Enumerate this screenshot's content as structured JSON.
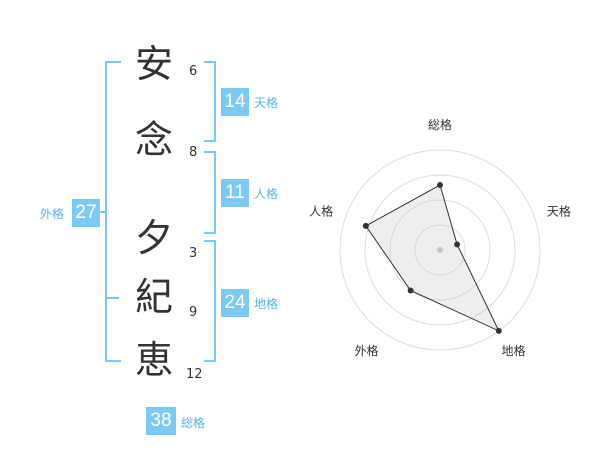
{
  "name_chars": [
    {
      "char": "安",
      "strokes": "6"
    },
    {
      "char": "念",
      "strokes": "8"
    },
    {
      "char": "夕",
      "strokes": "3"
    },
    {
      "char": "紀",
      "strokes": "9"
    },
    {
      "char": "恵",
      "strokes": "12"
    }
  ],
  "fortunes": {
    "tenkaku": {
      "value": "14",
      "label": "天格"
    },
    "jinkaku": {
      "value": "11",
      "label": "人格"
    },
    "chikaku": {
      "value": "24",
      "label": "地格"
    },
    "gaikaku": {
      "value": "27",
      "label": "外格"
    },
    "soukaku": {
      "value": "38",
      "label": "総格"
    }
  },
  "colors": {
    "accent": "#7cc9f3",
    "label_text": "#56b4e9"
  },
  "chart_data": {
    "type": "radar",
    "axes": [
      "総格",
      "天格",
      "地格",
      "外格",
      "人格"
    ],
    "values": [
      0.65,
      0.18,
      1.0,
      0.5,
      0.78
    ],
    "rings": 4,
    "range": [
      0,
      1
    ]
  }
}
